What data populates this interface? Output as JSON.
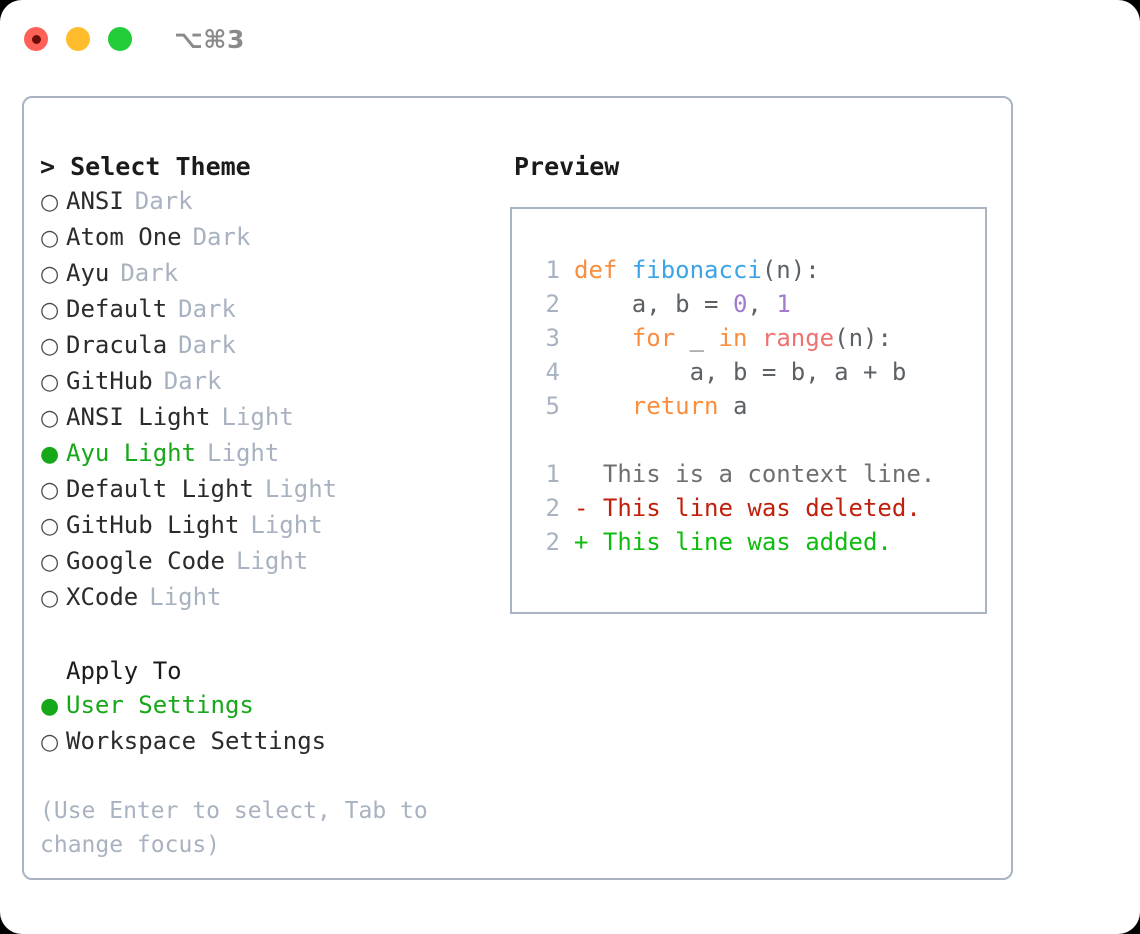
{
  "titlebar": {
    "shortcut": "⌥⌘3",
    "buttons": [
      {
        "name": "close",
        "color": "#ff6159"
      },
      {
        "name": "minimize",
        "color": "#ffbd2e"
      },
      {
        "name": "zoom",
        "color": "#23cc39"
      }
    ]
  },
  "theme_picker": {
    "heading_caret": "> ",
    "heading": "Select Theme",
    "marker_selected": "●",
    "marker_unselected": "○",
    "items": [
      {
        "label": "ANSI",
        "mode": "Dark",
        "selected": false
      },
      {
        "label": "Atom One",
        "mode": "Dark",
        "selected": false
      },
      {
        "label": "Ayu",
        "mode": "Dark",
        "selected": false
      },
      {
        "label": "Default",
        "mode": "Dark",
        "selected": false
      },
      {
        "label": "Dracula",
        "mode": "Dark",
        "selected": false
      },
      {
        "label": "GitHub",
        "mode": "Dark",
        "selected": false
      },
      {
        "label": "ANSI Light",
        "mode": "Light",
        "selected": false
      },
      {
        "label": "Ayu Light",
        "mode": "Light",
        "selected": true
      },
      {
        "label": "Default Light",
        "mode": "Light",
        "selected": false
      },
      {
        "label": "GitHub Light",
        "mode": "Light",
        "selected": false
      },
      {
        "label": "Google Code",
        "mode": "Light",
        "selected": false
      },
      {
        "label": "XCode",
        "mode": "Light",
        "selected": false
      }
    ]
  },
  "apply_to": {
    "heading": "Apply To",
    "items": [
      {
        "label": "User Settings",
        "selected": true
      },
      {
        "label": "Workspace Settings",
        "selected": false
      }
    ]
  },
  "hint": "(Use Enter to select, Tab to change focus)",
  "preview": {
    "title": "Preview",
    "code_lines": [
      {
        "num": "1",
        "tokens": [
          {
            "t": "def",
            "c": "kw"
          },
          {
            "t": " ",
            "c": "plain"
          },
          {
            "t": "fibonacci",
            "c": "fn"
          },
          {
            "t": "(n):",
            "c": "plain"
          }
        ]
      },
      {
        "num": "2",
        "tokens": [
          {
            "t": "    a, b = ",
            "c": "plain"
          },
          {
            "t": "0",
            "c": "num"
          },
          {
            "t": ", ",
            "c": "plain"
          },
          {
            "t": "1",
            "c": "num"
          }
        ]
      },
      {
        "num": "3",
        "tokens": [
          {
            "t": "    ",
            "c": "plain"
          },
          {
            "t": "for",
            "c": "kw"
          },
          {
            "t": " _ ",
            "c": "plain"
          },
          {
            "t": "in",
            "c": "kw"
          },
          {
            "t": " ",
            "c": "plain"
          },
          {
            "t": "range",
            "c": "call"
          },
          {
            "t": "(n):",
            "c": "plain"
          }
        ]
      },
      {
        "num": "4",
        "tokens": [
          {
            "t": "        a, b = b, a + b",
            "c": "plain"
          }
        ]
      },
      {
        "num": "5",
        "tokens": [
          {
            "t": "    ",
            "c": "plain"
          },
          {
            "t": "return",
            "c": "kw"
          },
          {
            "t": " a",
            "c": "plain"
          }
        ]
      }
    ],
    "diff_lines": [
      {
        "num": "1",
        "sign": " ",
        "text": " This is a context line.",
        "kind": "ctx"
      },
      {
        "num": "2",
        "sign": "-",
        "text": " This line was deleted.",
        "kind": "del"
      },
      {
        "num": "2",
        "sign": "+",
        "text": " This line was added.",
        "kind": "add"
      }
    ]
  },
  "colors": {
    "accent_green": "#17a81a",
    "muted": "#a8b2c0",
    "border": "#aab4c2",
    "keyword": "#fa8d3e",
    "function": "#3ba4e8",
    "call": "#f07171",
    "number": "#a37acc",
    "diff_delete": "#c0200c",
    "diff_add": "#10bb10"
  }
}
